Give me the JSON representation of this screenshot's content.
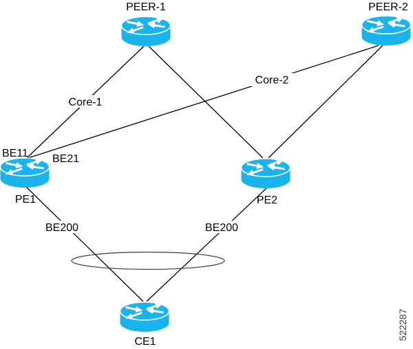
{
  "diagram": {
    "type": "network-topology",
    "nodes": {
      "peer1": {
        "label": "PEER-1",
        "kind": "router"
      },
      "peer2": {
        "label": "PEER-2",
        "kind": "router"
      },
      "pe1": {
        "label": "PE1",
        "kind": "router"
      },
      "pe2": {
        "label": "PE2",
        "kind": "router"
      },
      "ce1": {
        "label": "CE1",
        "kind": "router"
      }
    },
    "interface_labels": {
      "be11": "BE11",
      "be21": "BE21",
      "core1": "Core-1",
      "core2": "Core-2",
      "be200_left": "BE200",
      "be200_right": "BE200"
    },
    "links": [
      {
        "from": "PEER-1",
        "to": "PE1",
        "label": "Core-1"
      },
      {
        "from": "PEER-1",
        "to": "PE2",
        "label": ""
      },
      {
        "from": "PEER-2",
        "to": "PE1",
        "label": "Core-2"
      },
      {
        "from": "PEER-2",
        "to": "PE2",
        "label": ""
      },
      {
        "from": "PE1",
        "to": "CE1",
        "label": "BE200"
      },
      {
        "from": "PE2",
        "to": "CE1",
        "label": "BE200"
      }
    ],
    "lan_segment": {
      "shape": "ellipse",
      "connects": [
        "PE1",
        "PE2",
        "CE1"
      ]
    },
    "figure_number": "522287"
  },
  "colors": {
    "router_fill": "#1AB4EC",
    "link_line": "#000000",
    "lan_ellipse": "#3a3a3a",
    "label_text": "#000000",
    "figure_number_text": "#3f3f3f"
  }
}
